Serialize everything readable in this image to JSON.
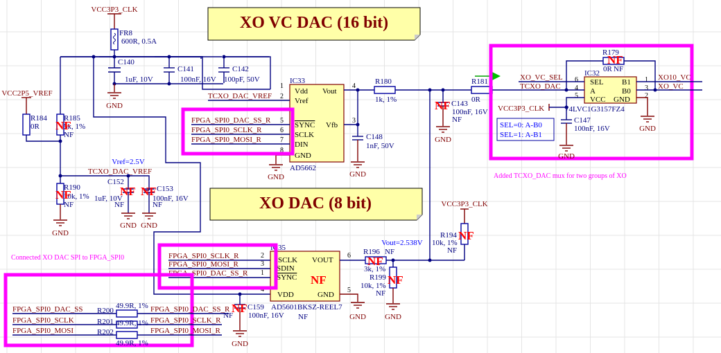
{
  "titles": {
    "vc_dac": "XO VC DAC (16 bit)",
    "xo_dac": "XO DAC (8 bit)"
  },
  "notes": {
    "mux": "Added TCXO_DAC mux for two groups of XO",
    "spi": "Connected XO DAC SPI to FPGA_SPI0",
    "vref": "Vref=2.5V",
    "vout": "Vout=2.538V",
    "sel0": "SEL=0: A-B0",
    "sel1": "SEL=1: A-B1"
  },
  "nets": {
    "vcc3p3_clk": "VCC3P3_CLK",
    "vcc2p5_vref": "VCC2P5_VREF",
    "tcxo_dac_vref": "TCXO_DAC_VREF",
    "gnd": "GND",
    "xo_vc_sel": "XO_VC_SEL",
    "tcxo_dac": "TCXO_DAC",
    "xo10_vc": "XO10_VC",
    "xo_vc": "XO_VC",
    "spi_ss_r": "FPGA_SPI0_DAC_SS_R",
    "spi_sclk_r": "FPGA_SPI0_SCLK_R",
    "spi_mosi_r": "FPGA_SPI0_MOSI_R",
    "spi_ss": "FPGA_SPI0_DAC_SS",
    "spi_sclk": "FPGA_SPI0_SCLK",
    "spi_mosi": "FPGA_SPI0_MOSI"
  },
  "nf": "NF",
  "components": {
    "fr8": {
      "ref": "FR8",
      "value": "600R, 0.5A"
    },
    "c140": {
      "ref": "C140",
      "value": "1uF, 10V"
    },
    "c141": {
      "ref": "C141",
      "value": "100nF, 16V"
    },
    "c142": {
      "ref": "C142",
      "value": "100pF, 50V"
    },
    "r184": {
      "ref": "R184",
      "value": "0R"
    },
    "r185": {
      "ref": "R185",
      "value": "5k, 1%",
      "fit": "NF"
    },
    "r190": {
      "ref": "R190",
      "value": "10k, 1%",
      "fit": "NF"
    },
    "c152": {
      "ref": "C152",
      "value": "1uF, 10V",
      "fit": "NF"
    },
    "c153": {
      "ref": "C153",
      "value": "100nF, 16V",
      "fit": "NF"
    },
    "ic33": {
      "ref": "IC33",
      "part": "AD5662",
      "pins": {
        "vdd": "Vdd",
        "vref": "Vref",
        "sync": "SYNC",
        "sclk": "SCLK",
        "din": "DIN",
        "gnd": "GND",
        "vout": "Vout",
        "vfb": "Vfb"
      },
      "pin_numbers": {
        "vdd": "1",
        "vref": "2",
        "sync": "5",
        "sclk": "6",
        "din": "7",
        "gnd": "8",
        "vout": "4",
        "vfb": "3"
      }
    },
    "c148": {
      "ref": "C148",
      "value": "1nF, 50V"
    },
    "r180": {
      "ref": "R180",
      "value": "1k, 1%"
    },
    "c143": {
      "ref": "C143",
      "value": "100nF, 16V",
      "fit": "NF"
    },
    "r181": {
      "ref": "R181",
      "value": "0R"
    },
    "r179": {
      "ref": "R179",
      "value": "0R",
      "fit": "NF"
    },
    "ic32": {
      "ref": "IC32",
      "part": "74LVC1G3157FZ4",
      "pins": {
        "sel": "SEL",
        "a": "A",
        "vcc": "VCC",
        "b1": "B1",
        "b0": "B0",
        "gnd": "GND"
      },
      "pin_numbers": {
        "sel": "6",
        "a": "4",
        "vcc": "5",
        "b1": "1",
        "b0": "3",
        "gnd": "2"
      }
    },
    "c147": {
      "ref": "C147",
      "value": "100nF, 16V"
    },
    "ic35": {
      "ref": "IC35",
      "part": "AD5601BKSZ-REEL7",
      "fit": "NF",
      "pins": {
        "sclk": "SCLK",
        "sdin": "SDIN",
        "sync": "SYNC",
        "vdd": "VDD",
        "vout": "VOUT",
        "gnd": "GND"
      },
      "pin_numbers": {
        "sclk": "2",
        "sdin": "3",
        "sync": "1",
        "vdd": "4",
        "vout": "6",
        "gnd": "5"
      }
    },
    "c159": {
      "ref": "C159",
      "value": "100nF, 16V",
      "fit": "NF"
    },
    "r196": {
      "ref": "R196",
      "value": "3k, 1%",
      "fit": "NF"
    },
    "r199": {
      "ref": "R199",
      "value": "10k, 1%",
      "fit": "NF"
    },
    "r194": {
      "ref": "R194",
      "value": "10k, 1%",
      "fit": "NF"
    },
    "r200": {
      "ref": "R200",
      "value": "49.9R, 1%"
    },
    "r201": {
      "ref": "R201",
      "value": "49.9R, 1%"
    },
    "r202": {
      "ref": "R202",
      "value": "49.9R, 1%"
    }
  }
}
